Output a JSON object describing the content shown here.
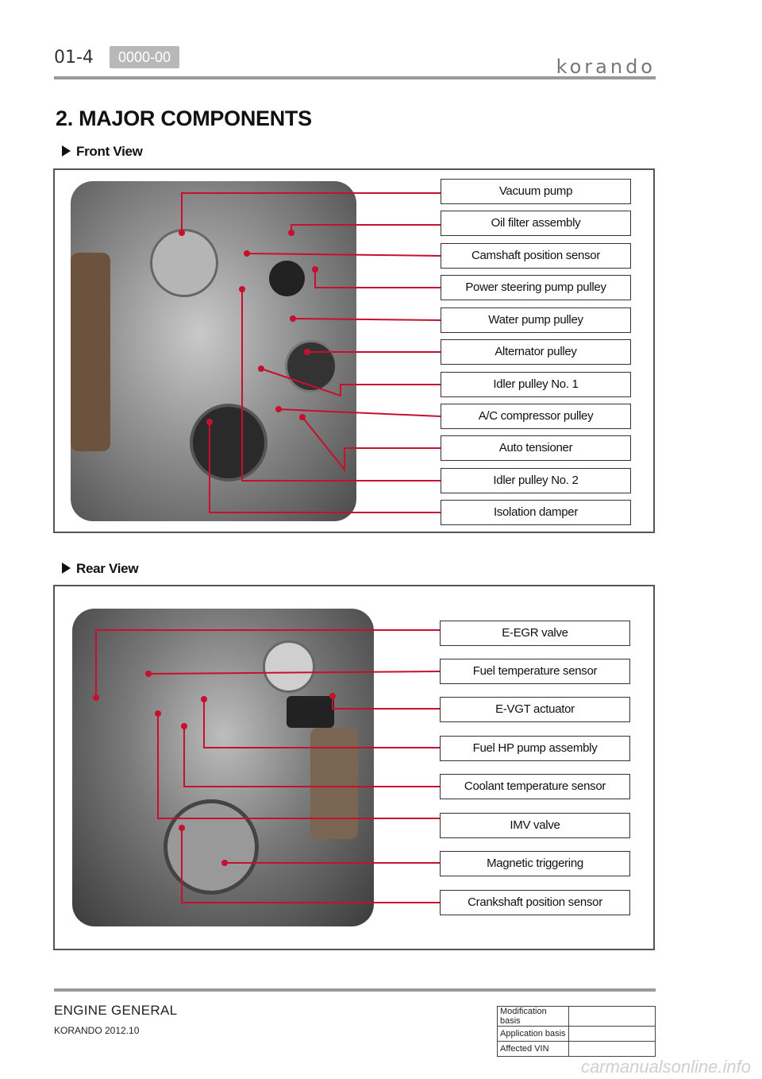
{
  "header": {
    "page_number": "01-4",
    "code": "0000-00",
    "brand": "korando"
  },
  "title": "2. MAJOR COMPONENTS",
  "front_view": {
    "heading": "Front View",
    "labels": [
      "Vacuum pump",
      "Oil filter assembly",
      "Camshaft position sensor",
      "Power steering pump pulley",
      "Water pump pulley",
      "Alternator pulley",
      "Idler pulley No. 1",
      "A/C compressor pulley",
      "Auto tensioner",
      "Idler pulley No. 2",
      "Isolation damper"
    ]
  },
  "rear_view": {
    "heading": "Rear View",
    "labels": [
      "E-EGR valve",
      "Fuel temperature sensor",
      "E-VGT actuator",
      "Fuel HP pump assembly",
      "Coolant temperature sensor",
      "IMV valve",
      "Magnetic triggering",
      "Crankshaft position sensor"
    ]
  },
  "footer": {
    "section": "ENGINE GENERAL",
    "model": "KORANDO 2012.10",
    "basis_rows": [
      "Modification basis",
      "Application basis",
      "Affected VIN"
    ]
  },
  "watermark": "carmanualsonline.info",
  "colors": {
    "leader": "#c8102e",
    "rule": "#999999",
    "badge": "#b8b8b8"
  }
}
